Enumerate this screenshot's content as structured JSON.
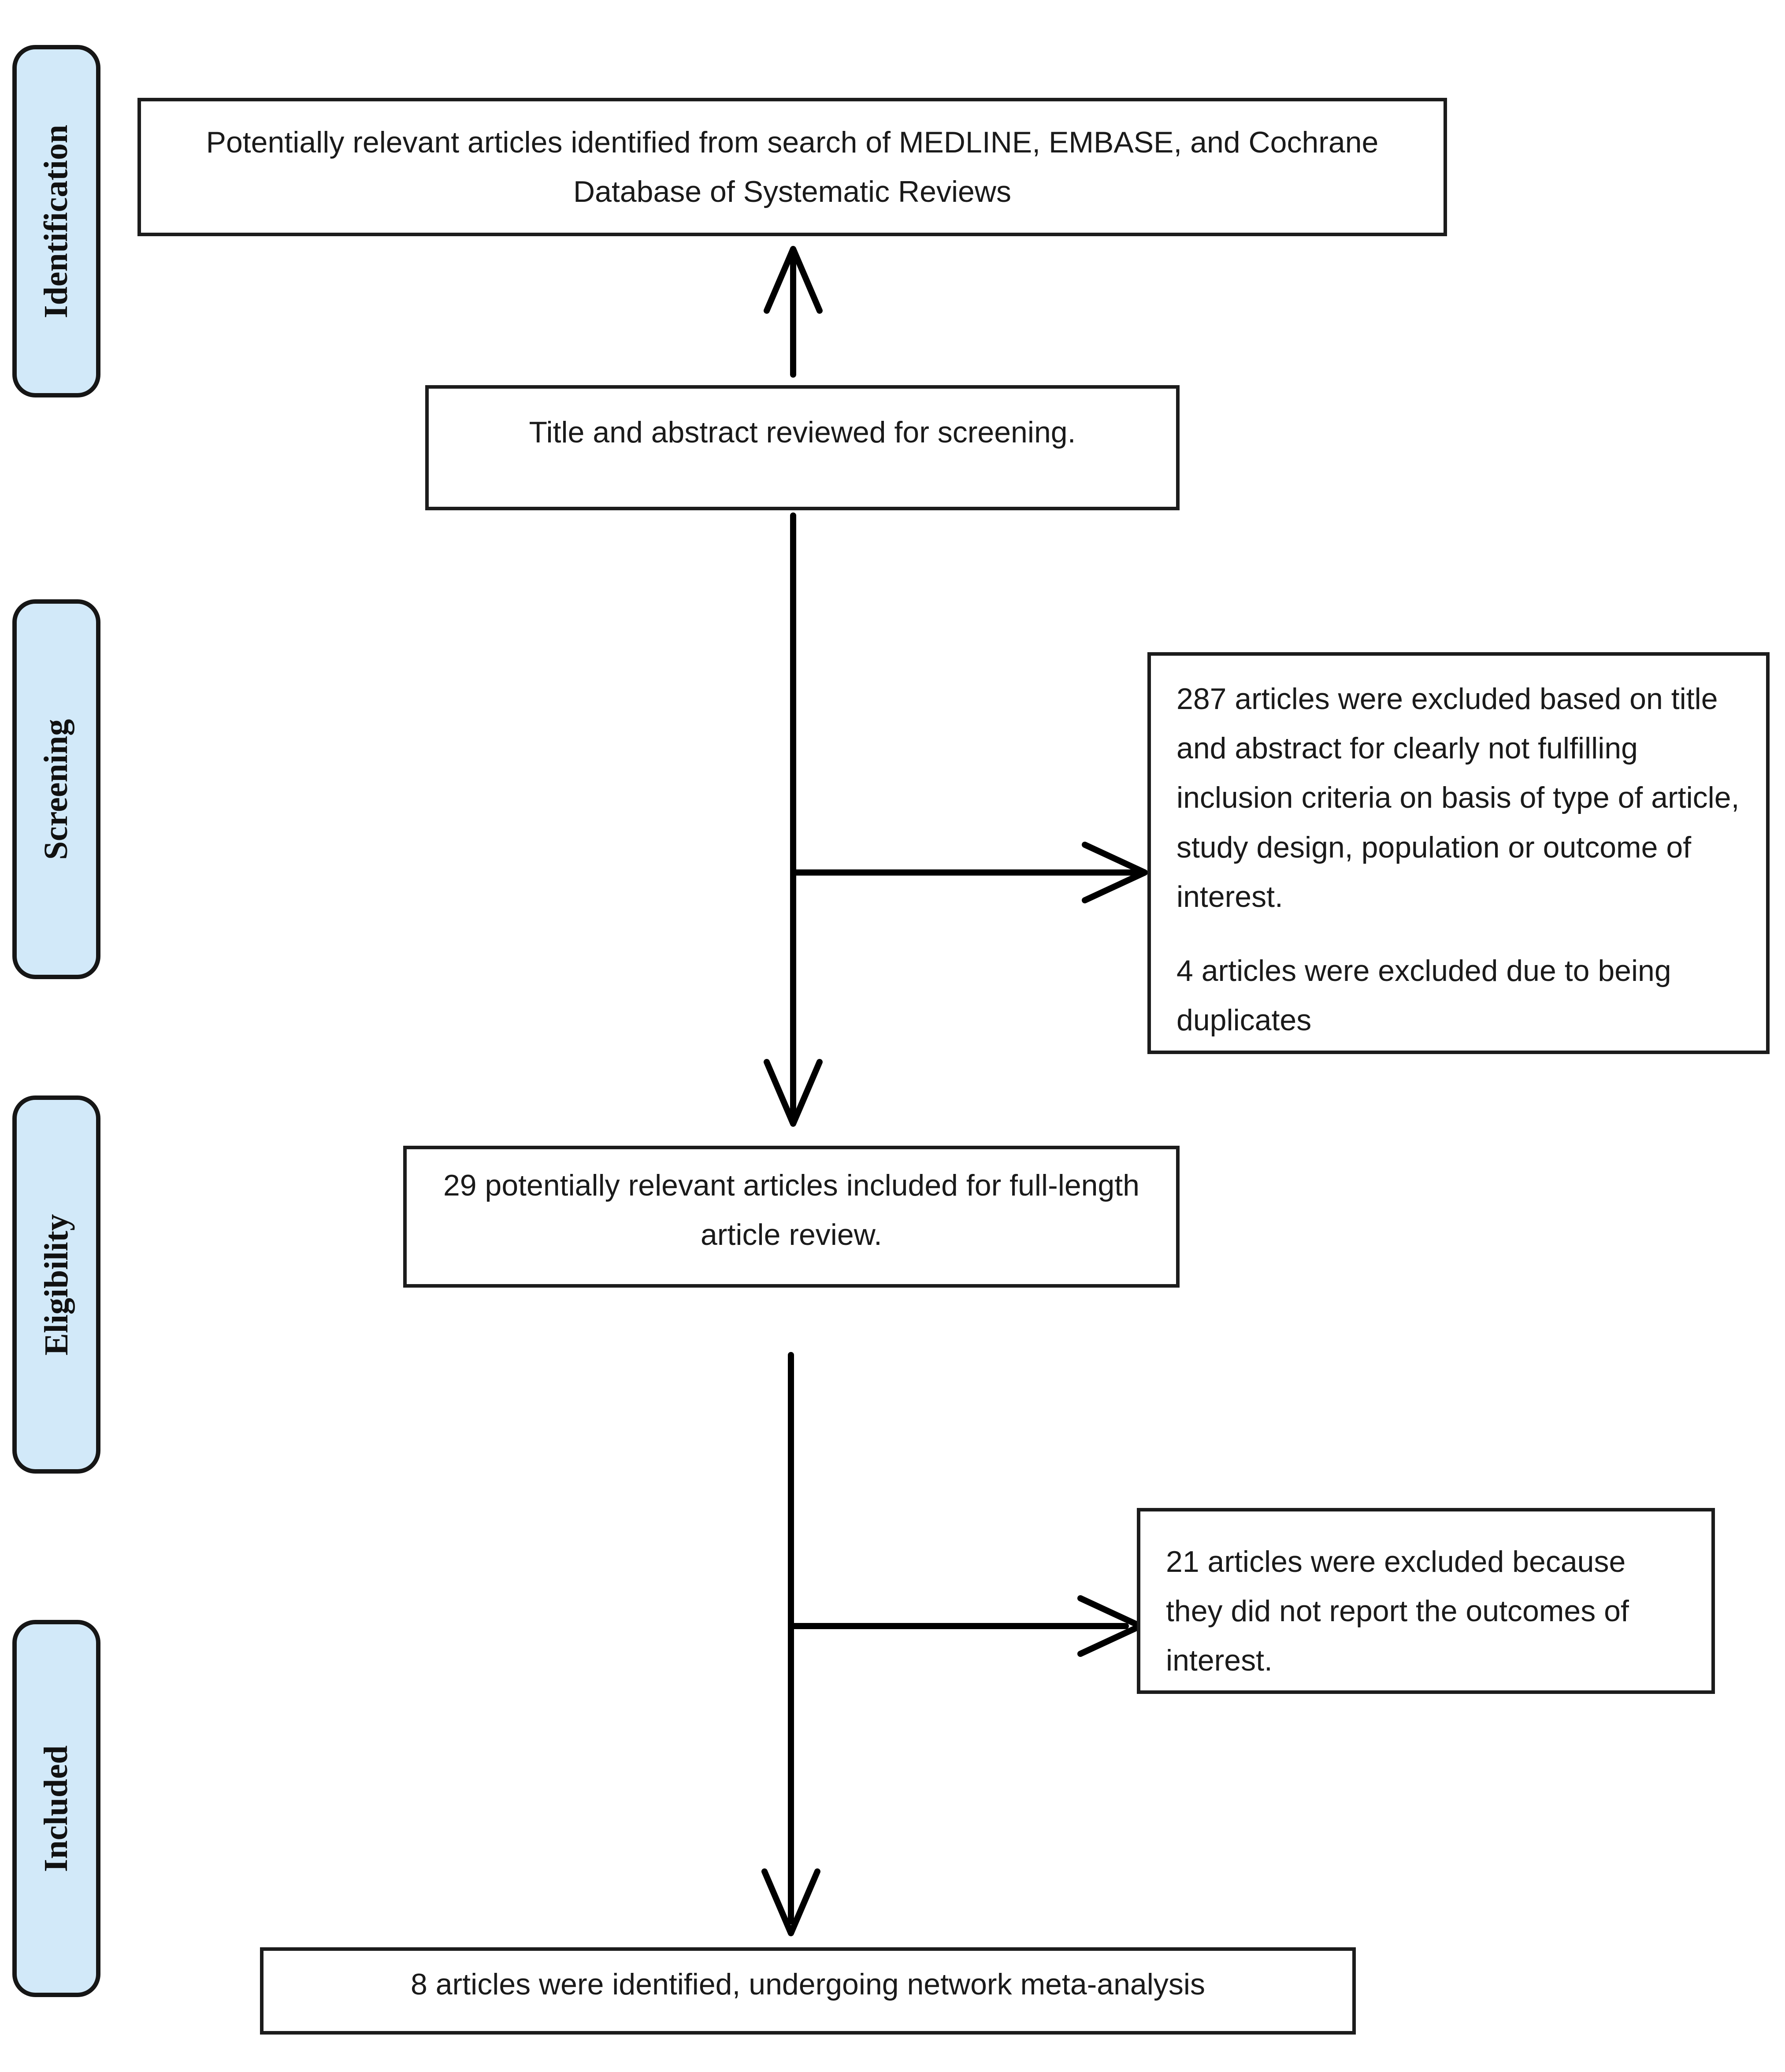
{
  "diagram": {
    "stages": [
      {
        "label": "Identification"
      },
      {
        "label": "Screening"
      },
      {
        "label": "Eligibility"
      },
      {
        "label": "Included"
      }
    ],
    "nodes": {
      "source": "Potentially relevant articles identified from search of MEDLINE, EMBASE, and Cochrane Database of Systematic Reviews",
      "screening": "Title and abstract reviewed for screening.",
      "excluded_screening_p1": "287 articles were excluded based on title and abstract for clearly not fulfilling inclusion criteria on basis of type of article, study design, population or outcome of interest.",
      "excluded_screening_p2": "4 articles were excluded due to being duplicates",
      "eligibility": "29 potentially relevant articles included for full-length article review.",
      "excluded_eligibility": "21 articles were excluded because they did not report the outcomes of interest.",
      "included": "8 articles were identified, undergoing network meta-analysis"
    },
    "counts": {
      "excluded_title_abstract": "287",
      "excluded_duplicates": "4",
      "full_text_reviewed": "29",
      "excluded_no_outcomes": "21",
      "included_meta_analysis": "8"
    },
    "colors": {
      "stage_fill": "#d2e9f9",
      "box_background": "#ffffff",
      "box_border": "#1c1c1c",
      "arrow": "#000000",
      "text": "#1a1a1a"
    }
  }
}
